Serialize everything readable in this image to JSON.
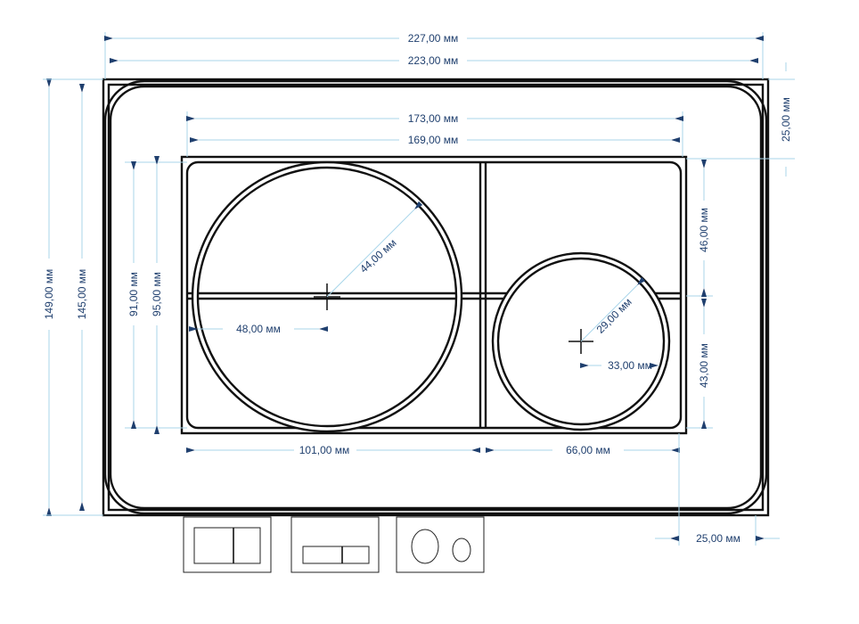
{
  "dimensions": {
    "overall_width_outer": "227,00 мм",
    "overall_width_inner": "223,00 мм",
    "panel_width_outer": "173,00 мм",
    "panel_width_inner": "169,00 мм",
    "top_margin": "25,00 мм",
    "overall_height_outer": "149,00 мм",
    "overall_height_inner": "145,00 мм",
    "panel_height_inner": "91,00 мм",
    "panel_height_outer": "95,00 мм",
    "upper_right_height": "46,00 мм",
    "lower_right_height": "43,00 мм",
    "large_circle_radius": "44,00 мм",
    "large_circle_offset": "48,00 мм",
    "small_circle_radius": "29,00 мм",
    "small_circle_offset": "33,00 мм",
    "left_section_width": "101,00 мм",
    "right_section_width": "66,00 мм",
    "side_margin": "25,00 мм"
  },
  "colors": {
    "dimension_text": "#1f3f6e",
    "dimension_line": "#a9d6ea",
    "outline": "#111111"
  },
  "thumbnails": [
    "dual-rectangle-buttons",
    "dual-bar-buttons",
    "round-buttons"
  ]
}
